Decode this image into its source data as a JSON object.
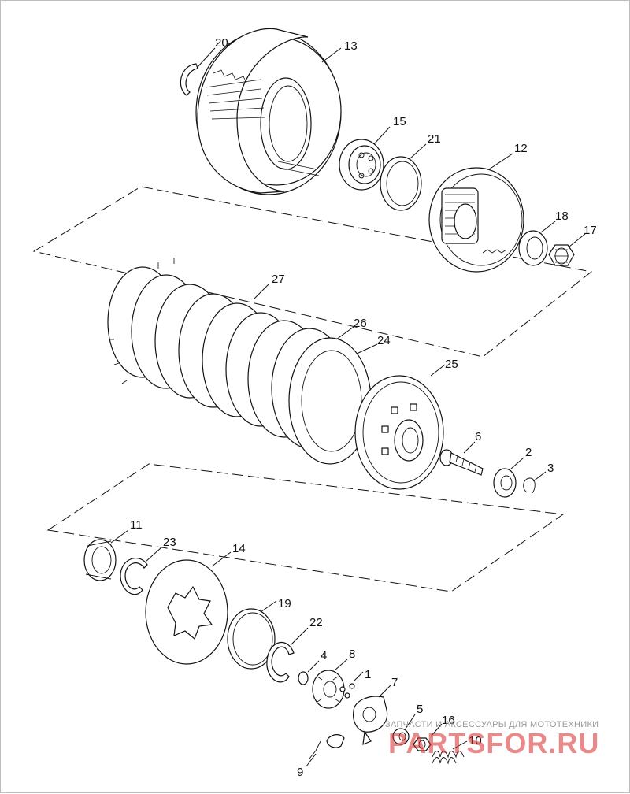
{
  "parts": [
    {
      "id": "20",
      "label": "20"
    },
    {
      "id": "13",
      "label": "13"
    },
    {
      "id": "15",
      "label": "15"
    },
    {
      "id": "21",
      "label": "21"
    },
    {
      "id": "12",
      "label": "12"
    },
    {
      "id": "18",
      "label": "18"
    },
    {
      "id": "17",
      "label": "17"
    },
    {
      "id": "27",
      "label": "27"
    },
    {
      "id": "26",
      "label": "26"
    },
    {
      "id": "24",
      "label": "24"
    },
    {
      "id": "25",
      "label": "25"
    },
    {
      "id": "6",
      "label": "6"
    },
    {
      "id": "2",
      "label": "2"
    },
    {
      "id": "3",
      "label": "3"
    },
    {
      "id": "11",
      "label": "11"
    },
    {
      "id": "23",
      "label": "23"
    },
    {
      "id": "14",
      "label": "14"
    },
    {
      "id": "19",
      "label": "19"
    },
    {
      "id": "22",
      "label": "22"
    },
    {
      "id": "4",
      "label": "4"
    },
    {
      "id": "8",
      "label": "8"
    },
    {
      "id": "1",
      "label": "1"
    },
    {
      "id": "7",
      "label": "7"
    },
    {
      "id": "5",
      "label": "5"
    },
    {
      "id": "16",
      "label": "16"
    },
    {
      "id": "10",
      "label": "10"
    },
    {
      "id": "9",
      "label": "9"
    }
  ],
  "watermark": {
    "tagline": "ЗАПЧАСТИ И АКСЕССУАРЫ ДЛЯ МОТОТЕХНИКИ",
    "brand": "PARTSFOR.RU",
    "brand_color": "#d72828"
  },
  "colors": {
    "ink": "#111111",
    "background": "#ffffff"
  }
}
